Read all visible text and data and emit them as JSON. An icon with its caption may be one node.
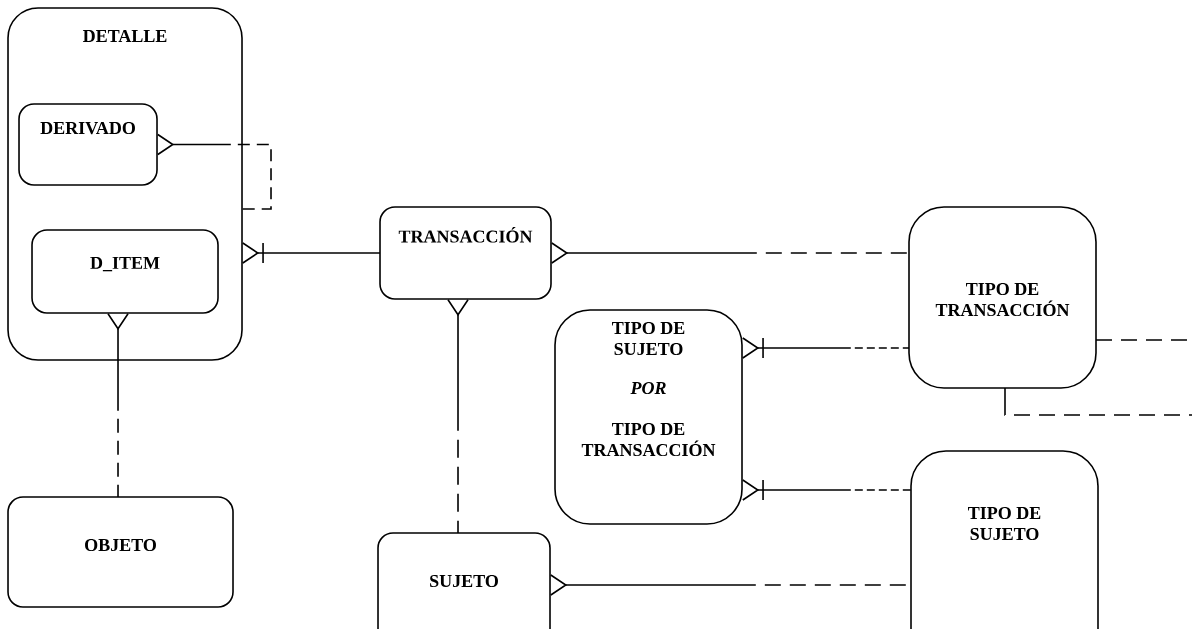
{
  "diagram": {
    "nodes": [
      {
        "text": [
          "DETALLE"
        ]
      },
      {
        "text": [
          "DERIVADO"
        ],
        "in": 0
      },
      {
        "text": [
          "D_ITEM"
        ],
        "in": 0
      },
      {
        "text": [
          "TRANSACCIÓN"
        ]
      },
      {
        "text": [
          "TIPO DE SUJETO",
          "POR",
          "TIPO DE TRANSACCIÓN"
        ]
      },
      {
        "text": [
          "TIPO DE TRANSACCIÓN"
        ]
      },
      {
        "text": [
          "TIPO DE SUJETO"
        ]
      },
      {
        "text": [
          "OBJETO"
        ]
      },
      {
        "text": [
          "SUJETO"
        ]
      }
    ],
    "edges": [
      {
        "from": 1,
        "to": 0,
        "arrow": "other",
        "style": "dashed"
      },
      {
        "from": 0,
        "to": 3,
        "arrow": "other"
      },
      {
        "from": 2,
        "to": 7,
        "arrow": "other",
        "style": "dashed"
      },
      {
        "from": 3,
        "to": 5,
        "arrow": "other",
        "style": "dashed"
      },
      {
        "from": 3,
        "to": 8,
        "arrow": "other",
        "style": "dashed"
      },
      {
        "from": 4,
        "to": 5,
        "arrow": "other",
        "style": "dashed"
      },
      {
        "from": 4,
        "to": 6,
        "arrow": "other",
        "style": "dashed"
      },
      {
        "from": 8,
        "to": 6,
        "arrow": "other",
        "style": "dashed"
      },
      {
        "from": 5,
        "to": null,
        "arrow": "none",
        "style": "dashed"
      },
      {
        "from": 5,
        "to": null,
        "arrow": "none",
        "style": "dashed"
      }
    ]
  }
}
